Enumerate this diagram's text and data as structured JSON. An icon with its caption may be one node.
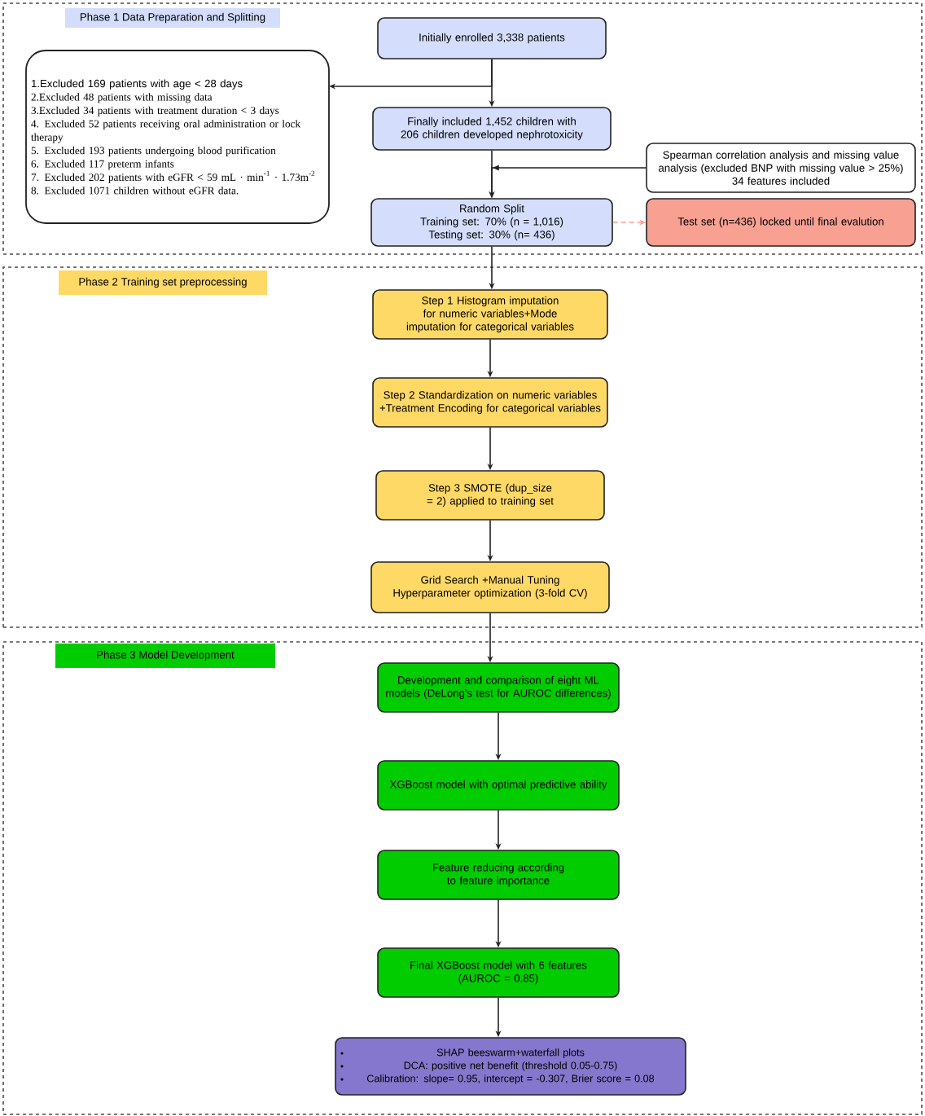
{
  "diagram": {
    "nodes": [
      {
        "text": [
          "Phase 1 Data Preparation and Splitting"
        ]
      },
      {
        "text": [
          "Initially enrolled 3,338 patients"
        ],
        "in": 0
      },
      {
        "text": [
          "1.Excluded 169 patients with age < 28 days",
          "2.Excluded 48 patients with missing data",
          "3.Excluded 34 patients with treatment duration < 3 days",
          "4. Excluded 52 patients receiving oral administration or lock therapy",
          "5. Excluded 193 patients undergoing blood purification",
          "6. Excluded 117 preterm infants",
          "7. Excluded 202 patients with eGFR < 59 mL · min$^{-1}$ · 1.73m$^{-2}$",
          "8. Excluded 1071 children without eGFR data."
        ],
        "in": 0
      },
      {
        "text": [
          "Finally included 1,452 children with 206 children developed nephrotoxicity"
        ],
        "in": 0
      },
      {
        "text": [
          "Spearman correlation analysis and missing value analysis (excluded BNP with missing value > 25%)",
          "34 features included"
        ],
        "in": 0
      },
      {
        "text": [
          "Random Split",
          "Training set: 70% (n = 1,016)",
          "Testing set: 30% (n= 436)"
        ],
        "in": 0
      },
      {
        "text": [
          "Test set (n=436) locked until final evalution"
        ],
        "in": 0
      },
      {
        "text": [
          "Phase 2 Training set preprocessing"
        ]
      },
      {
        "text": [
          "Step 1 Histogram imputation for numeric variables+Mode imputation for categorical variables"
        ],
        "in": 7
      },
      {
        "text": [
          "Step 2 Standardization on numeric variables +Treatment Encoding for categorical variables"
        ],
        "in": 7
      },
      {
        "text": [
          "Step 3 SMOTE (dup_size = 2) applied to training set"
        ],
        "in": 7
      },
      {
        "text": [
          "Grid Search +Manual Tuning",
          "Hyperparameter optimization (3-fold CV)"
        ],
        "in": 7
      },
      {
        "text": [
          "Phase 3 Model Development"
        ]
      },
      {
        "text": [
          "Development and comparison of eight ML models (DeLong's test for AUROC differences)"
        ],
        "in": 12
      },
      {
        "text": [
          "XGBoost model with optimal predictive ability"
        ],
        "in": 12
      },
      {
        "text": [
          "Feature reducing according to feature importance"
        ],
        "in": 12
      },
      {
        "text": [
          "Final XGBoost model with 6 features",
          "(AUROC = 0.85)"
        ],
        "in": 12
      },
      {
        "text": [
          "SHAP beeswarm+waterfall plots",
          "DCA: positive net benefit (threshold 0.05-0.75)",
          "Calibration: slope= 0.95, intercept = -0.307, Brier score = 0.08"
        ],
        "in": 12
      }
    ],
    "edges": [
      {
        "from": 1,
        "to": 3,
        "arrow": "to"
      },
      {
        "from": 1,
        "to": 2,
        "arrow": "to"
      },
      {
        "from": 3,
        "to": 5,
        "arrow": "to"
      },
      {
        "from": 4,
        "to": 5,
        "arrow": "to"
      },
      {
        "from": 5,
        "to": 6,
        "arrow": "to",
        "style": "dashed",
        "color": "#f8a193"
      },
      {
        "from": 5,
        "to": 8,
        "arrow": "to"
      },
      {
        "from": 8,
        "to": 9,
        "arrow": "to"
      },
      {
        "from": 9,
        "to": 10,
        "arrow": "to"
      },
      {
        "from": 10,
        "to": 11,
        "arrow": "to"
      },
      {
        "from": 11,
        "to": 13,
        "arrow": "to"
      },
      {
        "from": 13,
        "to": 14,
        "arrow": "to"
      },
      {
        "from": 14,
        "to": 15,
        "arrow": "to"
      },
      {
        "from": 15,
        "to": 16,
        "arrow": "to"
      },
      {
        "from": 16,
        "to": 17,
        "arrow": "to"
      }
    ]
  }
}
